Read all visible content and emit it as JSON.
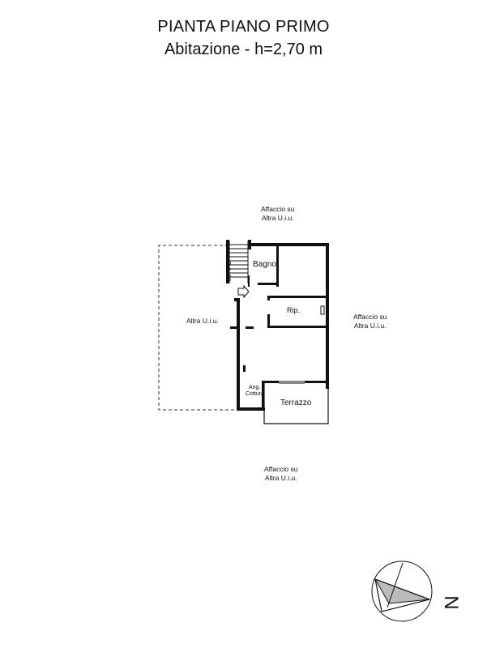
{
  "header": {
    "title": "PIANTA PIANO PRIMO",
    "subtitle": "Abitazione - h=2,70 m"
  },
  "surroundings": {
    "north_line1": "Affaccio su",
    "north_line2": "Altra U.i.u.",
    "east_line1": "Affaccio su",
    "east_line2": "Altra U.i.u.",
    "south_line1": "Affaccio su",
    "south_line2": "Altra U.i.u.",
    "west": "Altra U.i.u."
  },
  "rooms": {
    "bathroom": "Bagno",
    "storage": "Rip.",
    "kitchen_line1": "Ang.",
    "kitchen_line2": "Cottura",
    "terrace": "Terrazzo",
    "stair_sub": "Sub.23"
  },
  "compass": {
    "north_letter": "N"
  },
  "colors": {
    "ink": "#111111",
    "paper": "#ffffff"
  }
}
